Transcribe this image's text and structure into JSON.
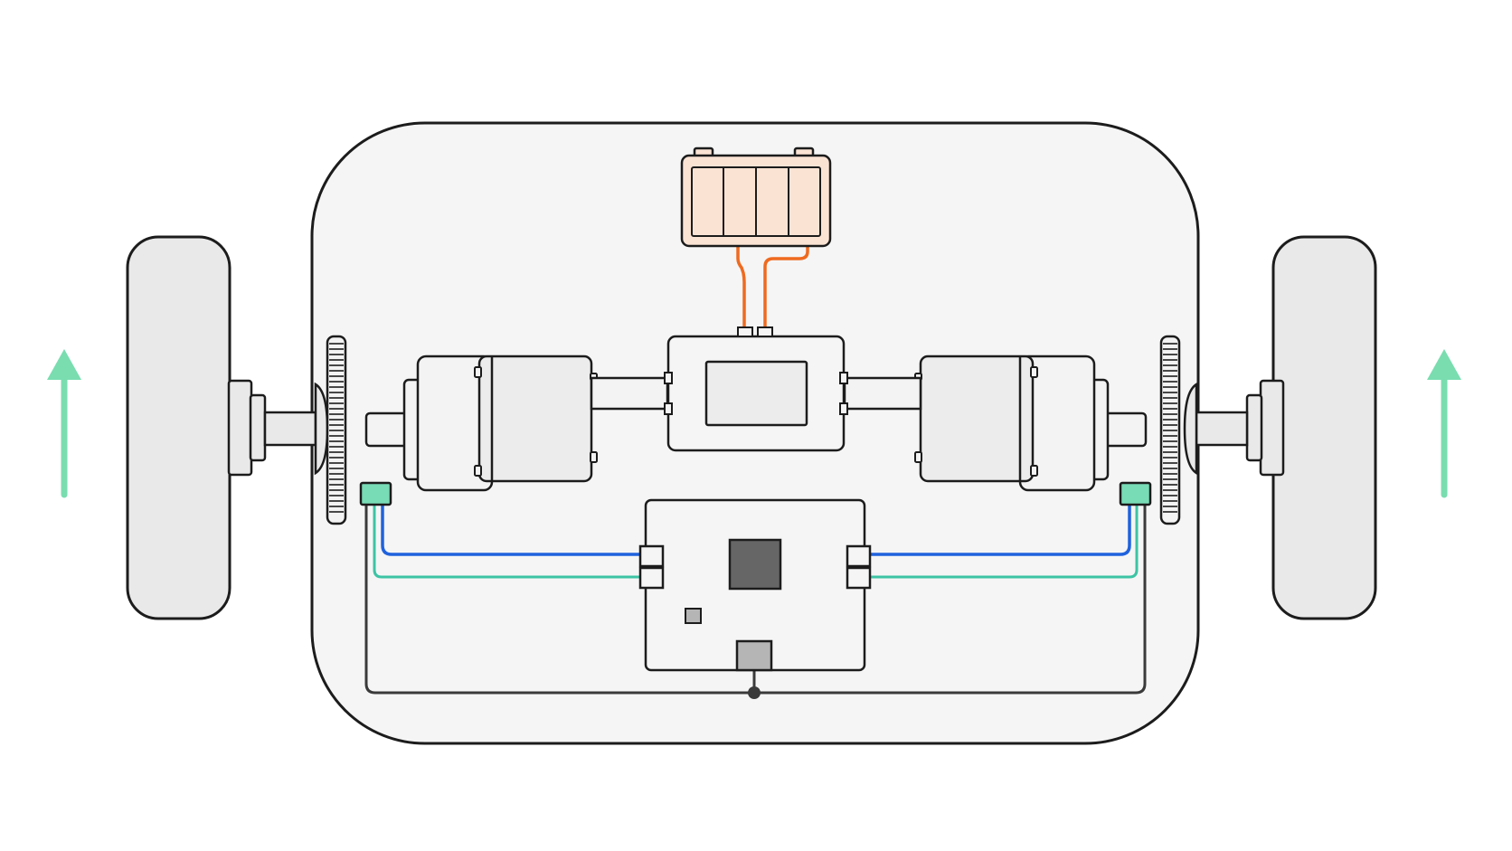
{
  "diagram": {
    "type": "robot-chassis-schematic",
    "labels": [],
    "colors": {
      "background": "#ffffff",
      "outline": "#1c1c1c",
      "chassis_fill": "#f5f5f5",
      "wheel_fill": "#e9e9e9",
      "motor_fill": "#f3f3f3",
      "motor_body_fill": "#ececec",
      "battery_fill": "#fbe3d4",
      "power_wire": "#ef6a1f",
      "signal_wire_blue": "#1f62dd",
      "signal_wire_teal": "#3cc4a4",
      "ground_wire": "#3a3a3a",
      "sensor_fill": "#78dcb6",
      "motion_arrow": "#79ddb0",
      "chip_fill": "#666666",
      "connector_fill": "#b5b5b5"
    },
    "components": [
      {
        "id": "chassis",
        "name": "chassis-body"
      },
      {
        "id": "battery",
        "name": "battery-pack",
        "cells": 4
      },
      {
        "id": "motor-driver",
        "name": "motor-driver-board"
      },
      {
        "id": "left-motor",
        "name": "left-gear-motor"
      },
      {
        "id": "right-motor",
        "name": "right-gear-motor"
      },
      {
        "id": "left-wheel",
        "name": "left-wheel"
      },
      {
        "id": "right-wheel",
        "name": "right-wheel"
      },
      {
        "id": "left-encoder-disc",
        "name": "left-encoder-disc"
      },
      {
        "id": "right-encoder-disc",
        "name": "right-encoder-disc"
      },
      {
        "id": "left-encoder-sensor",
        "name": "left-encoder-sensor"
      },
      {
        "id": "right-encoder-sensor",
        "name": "right-encoder-sensor"
      },
      {
        "id": "controller",
        "name": "microcontroller-board"
      }
    ],
    "motion_indicators": [
      {
        "side": "left",
        "direction": "up",
        "icon": "arrow-up-icon"
      },
      {
        "side": "right",
        "direction": "up",
        "icon": "arrow-up-icon"
      }
    ]
  }
}
